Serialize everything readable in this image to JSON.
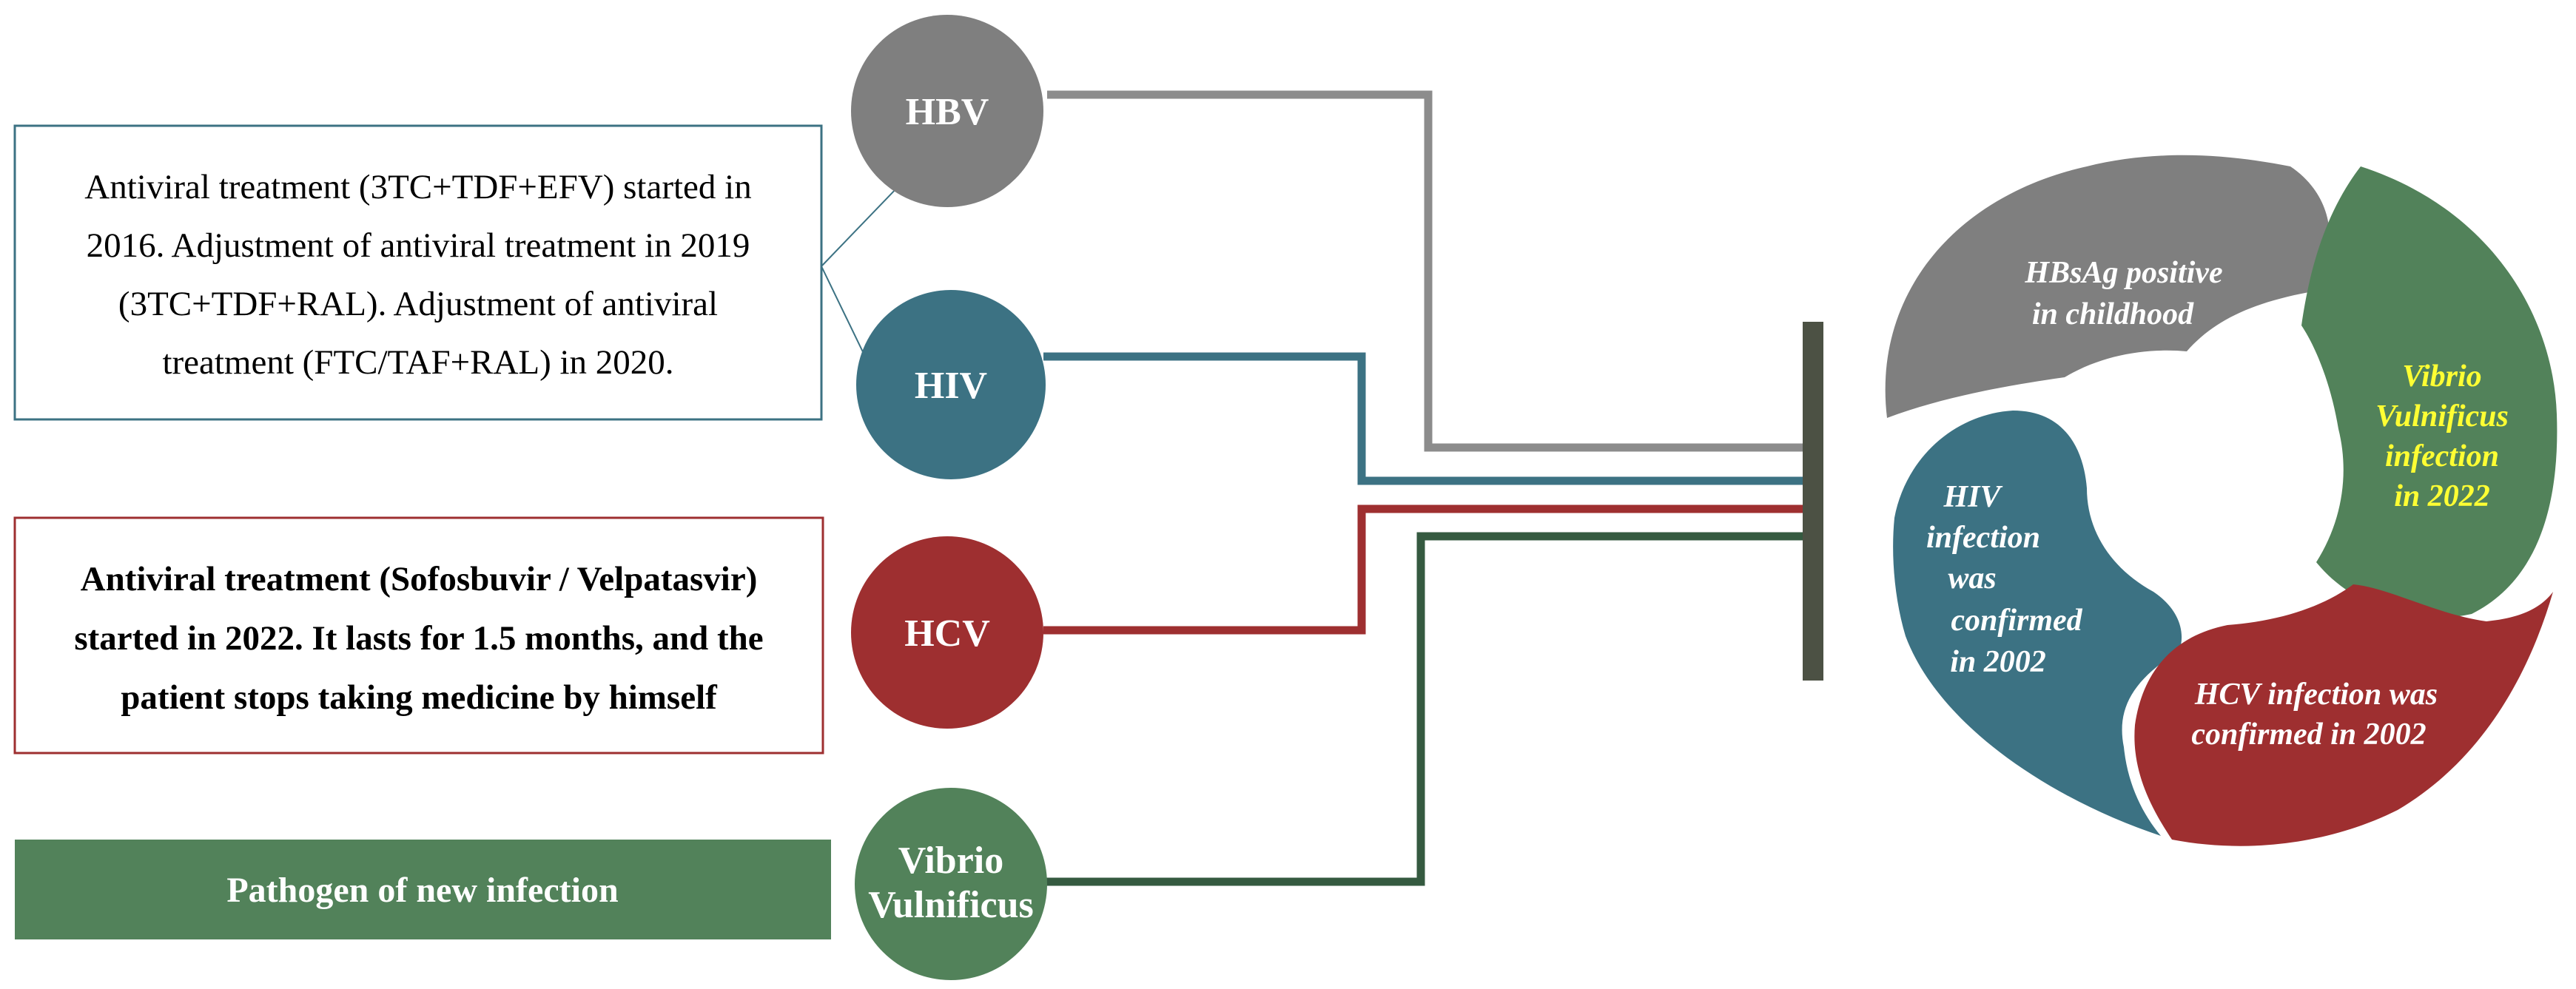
{
  "colors": {
    "hbv": "#7f7f7f",
    "hiv": "#3c7283",
    "hcv": "#9e2f30",
    "vibrio": "#52825a",
    "hbv_line": "#8c8c8c",
    "hiv_line": "#3c7283",
    "hcv_line": "#9e2f30",
    "vibrio_line": "#355a40",
    "bar": "#4c5144",
    "yellow_text": "#ffff33",
    "white_text": "#ffffff"
  },
  "boxes": {
    "hbv_hiv_treatment": [
      "Antiviral treatment (3TC+TDF+EFV) started in",
      "2016. Adjustment of antiviral treatment in 2019",
      "(3TC+TDF+RAL). Adjustment of antiviral",
      "treatment (FTC/TAF+RAL) in 2020."
    ],
    "hcv_treatment": [
      "Antiviral treatment (Sofosbuvir / Velpatasvir)",
      "started in 2022. It lasts for 1.5 months, and the",
      "patient stops taking medicine by himself"
    ],
    "pathogen": "Pathogen of new infection"
  },
  "circles": {
    "hbv": "HBV",
    "hiv": "HIV",
    "hcv": "HCV",
    "vibrio": [
      "Vibrio",
      "Vulnificus"
    ]
  },
  "petals": {
    "hbv": [
      "HBsAg positive",
      "in childhood"
    ],
    "vibrio": [
      "Vibrio",
      "Vulnificus",
      "infection",
      "in 2022"
    ],
    "hiv": [
      "HIV",
      "infection",
      "was",
      "confirmed",
      "in 2002"
    ],
    "hcv": [
      "HCV infection was",
      "confirmed in 2002"
    ]
  }
}
